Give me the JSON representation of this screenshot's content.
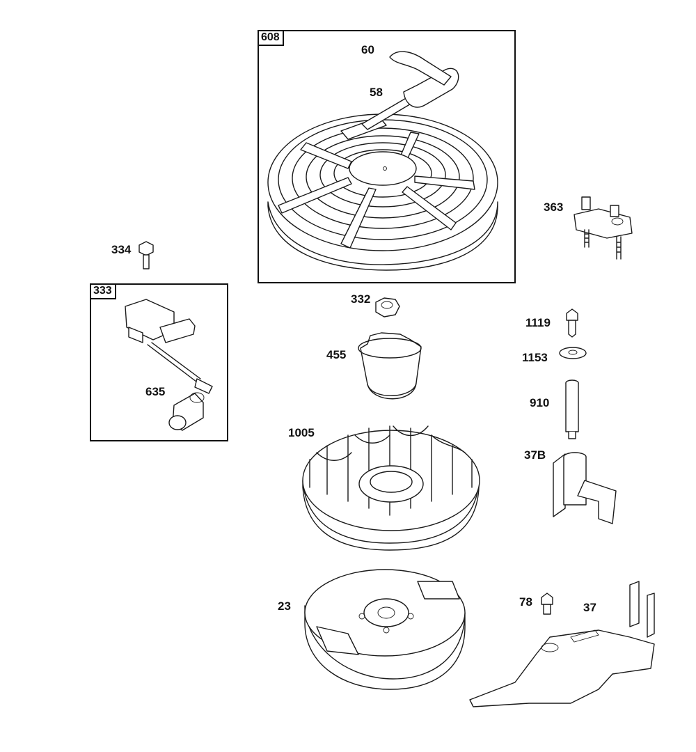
{
  "kits": {
    "recoil_starter_kit": "608",
    "ignition_kit": "333"
  },
  "parts": {
    "p60": "60",
    "p58": "58",
    "p363": "363",
    "p334": "334",
    "p332": "332",
    "p455": "455",
    "p1119": "1119",
    "p1153": "1153",
    "p910": "910",
    "p635": "635",
    "p1005": "1005",
    "p37B": "37B",
    "p23": "23",
    "p78": "78",
    "p37": "37"
  }
}
